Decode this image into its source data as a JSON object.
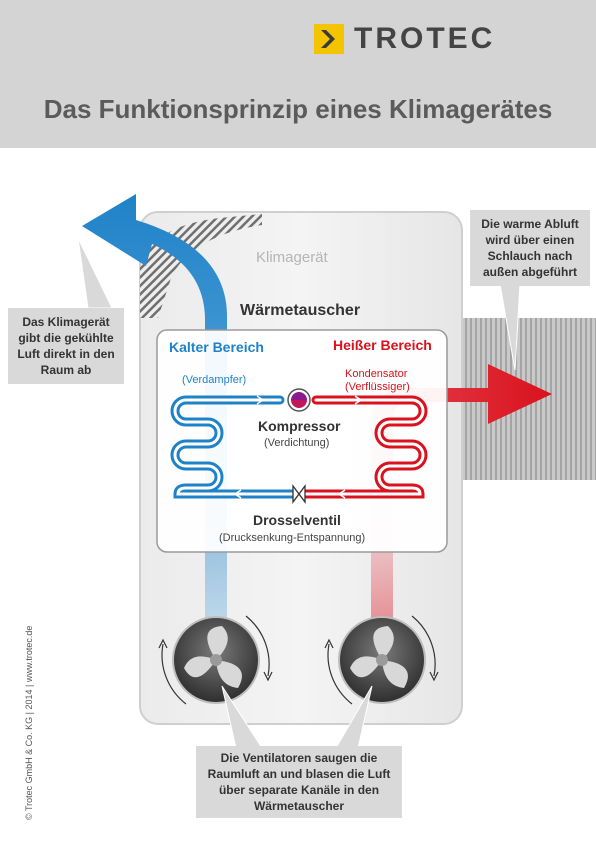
{
  "header": {
    "brand": "TROTEC",
    "title": "Das Funktionsprinzip eines Klimagerätes"
  },
  "device": {
    "label": "Klimagerät",
    "heat_exchanger": "Wärmetauscher"
  },
  "zones": {
    "cold": "Kalter Bereich",
    "hot": "Heißer Bereich"
  },
  "components": {
    "evaporator": "(Verdampfer)",
    "condenser_line1": "Kondensator",
    "condenser_line2": "(Verflüssiger)",
    "compressor": "Kompressor",
    "compressor_sub": "(Verdichtung)",
    "valve": "Drosselventil",
    "valve_sub": "(Drucksenkung-Entspannung)"
  },
  "callouts": {
    "left": [
      "Das Klimagerät",
      "gibt die gekühlte",
      "Luft direkt in den",
      "Raum ab"
    ],
    "right": [
      "Die warme Abluft",
      "wird über einen",
      "Schlauch nach",
      "außen abgeführt"
    ],
    "bottom": [
      "Die Ventilatoren saugen die",
      "Raumluft an und blasen die Luft",
      "über separate Kanäle in den",
      "Wärmetauscher"
    ]
  },
  "footer": {
    "copyright": "© Trotec GmbH & Co. KG | 2014 | www.trotec.de"
  },
  "colors": {
    "cold": "#1f82c8",
    "hot": "#d9121d",
    "header_bg": "#d4d4d4",
    "callout_bg": "#d9d9d9",
    "logo_yellow": "#f5c400"
  }
}
